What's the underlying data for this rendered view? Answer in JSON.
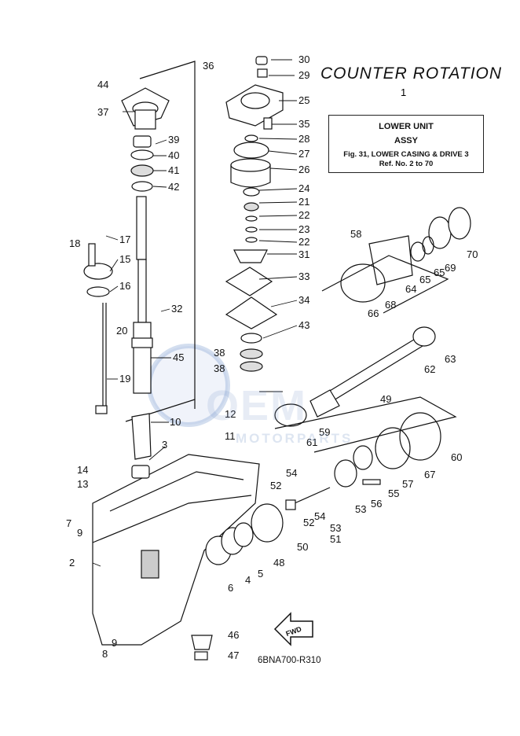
{
  "header": {
    "title": "COUNTER ROTATION",
    "reference_number": "1"
  },
  "legend_box": {
    "line1": "LOWER UNIT",
    "line2": "ASSY",
    "line3": "Fig. 31, LOWER CASING & DRIVE 3",
    "line4": "Ref. No. 2 to 70"
  },
  "diagram_code": "6BNA700-R310",
  "fwd_label": "FWD",
  "watermark": {
    "main": "OEM",
    "sub": "MOTORPARTS"
  },
  "callouts": [
    {
      "label": "30"
    },
    {
      "label": "29"
    },
    {
      "label": "36"
    },
    {
      "label": "25"
    },
    {
      "label": "35"
    },
    {
      "label": "28"
    },
    {
      "label": "27"
    },
    {
      "label": "26"
    },
    {
      "label": "24"
    },
    {
      "label": "21"
    },
    {
      "label": "22"
    },
    {
      "label": "23"
    },
    {
      "label": "22"
    },
    {
      "label": "31"
    },
    {
      "label": "33"
    },
    {
      "label": "34"
    },
    {
      "label": "43"
    },
    {
      "label": "38"
    },
    {
      "label": "38"
    },
    {
      "label": "44"
    },
    {
      "label": "37"
    },
    {
      "label": "39"
    },
    {
      "label": "40"
    },
    {
      "label": "41"
    },
    {
      "label": "42"
    },
    {
      "label": "17"
    },
    {
      "label": "18"
    },
    {
      "label": "15"
    },
    {
      "label": "16"
    },
    {
      "label": "32"
    },
    {
      "label": "20"
    },
    {
      "label": "45"
    },
    {
      "label": "19"
    },
    {
      "label": "10"
    },
    {
      "label": "12"
    },
    {
      "label": "11"
    },
    {
      "label": "3"
    },
    {
      "label": "14"
    },
    {
      "label": "13"
    },
    {
      "label": "7"
    },
    {
      "label": "9"
    },
    {
      "label": "2"
    },
    {
      "label": "6"
    },
    {
      "label": "4"
    },
    {
      "label": "5"
    },
    {
      "label": "48"
    },
    {
      "label": "46"
    },
    {
      "label": "47"
    },
    {
      "label": "9"
    },
    {
      "label": "8"
    },
    {
      "label": "58"
    },
    {
      "label": "70"
    },
    {
      "label": "69"
    },
    {
      "label": "65"
    },
    {
      "label": "65"
    },
    {
      "label": "64"
    },
    {
      "label": "68"
    },
    {
      "label": "66"
    },
    {
      "label": "62"
    },
    {
      "label": "63"
    },
    {
      "label": "49"
    },
    {
      "label": "59"
    },
    {
      "label": "61"
    },
    {
      "label": "60"
    },
    {
      "label": "67"
    },
    {
      "label": "57"
    },
    {
      "label": "55"
    },
    {
      "label": "56"
    },
    {
      "label": "53"
    },
    {
      "label": "53"
    },
    {
      "label": "51"
    },
    {
      "label": "54"
    },
    {
      "label": "54"
    },
    {
      "label": "52"
    },
    {
      "label": "52"
    },
    {
      "label": "50"
    }
  ]
}
